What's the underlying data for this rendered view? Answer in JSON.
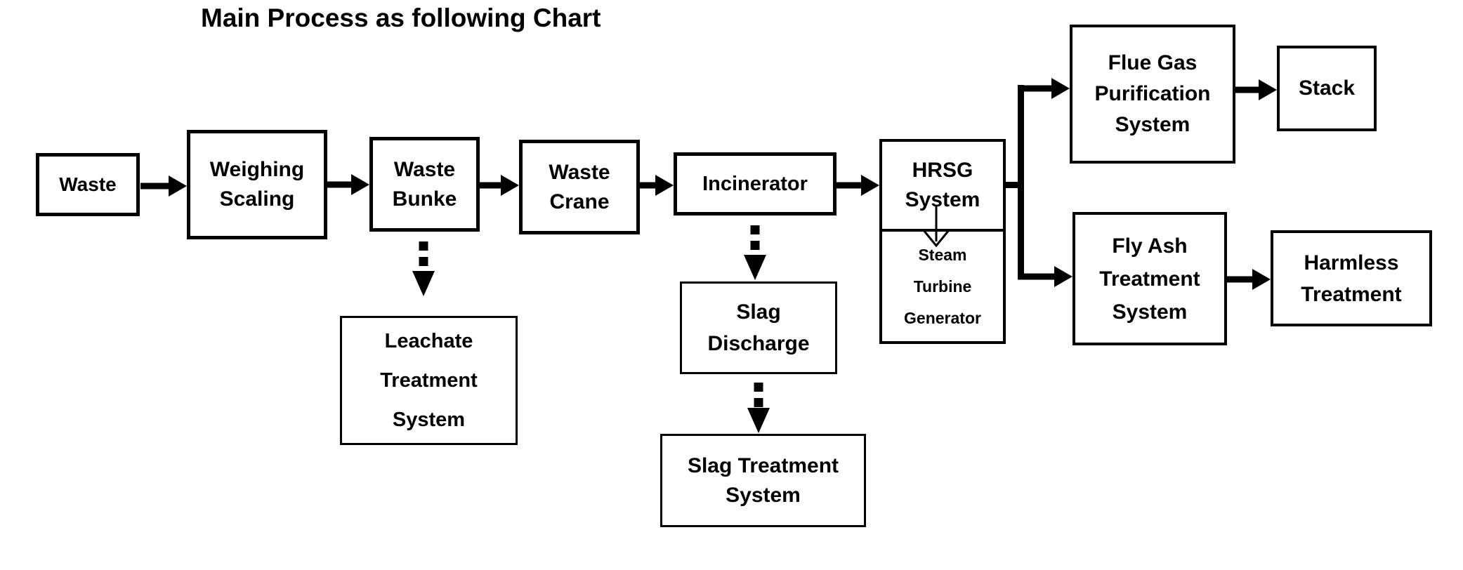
{
  "title": "Main Process as following Chart",
  "colors": {
    "ink": "#000000",
    "background": "#ffffff"
  },
  "nodes": {
    "waste": {
      "label": "Waste"
    },
    "weighing_scaling": {
      "label": "Weighing\nScaling"
    },
    "waste_bunke": {
      "label": "Waste\nBunke"
    },
    "waste_crane": {
      "label": "Waste\nCrane"
    },
    "incinerator": {
      "label": "Incinerator"
    },
    "hrsg": {
      "label": "HRSG\nSystem"
    },
    "steam_turbine": {
      "label": "Steam\nTurbine\nGenerator"
    },
    "flue_gas": {
      "label": "Flue Gas\nPurification\nSystem"
    },
    "stack": {
      "label": "Stack"
    },
    "fly_ash": {
      "label": "Fly Ash\nTreatment\nSystem"
    },
    "harmless": {
      "label": "Harmless\nTreatment"
    },
    "leachate": {
      "label": "Leachate\nTreatment\nSystem"
    },
    "slag_discharge": {
      "label": "Slag\nDischarge"
    },
    "slag_treatment": {
      "label": "Slag Treatment\nSystem"
    }
  },
  "edges": [
    {
      "from": "Waste",
      "to": "Weighing Scaling",
      "style": "solid"
    },
    {
      "from": "Weighing Scaling",
      "to": "Waste Bunke",
      "style": "solid"
    },
    {
      "from": "Waste Bunke",
      "to": "Waste Crane",
      "style": "solid"
    },
    {
      "from": "Waste Crane",
      "to": "Incinerator",
      "style": "solid"
    },
    {
      "from": "Incinerator",
      "to": "HRSG System",
      "style": "solid"
    },
    {
      "from": "HRSG System",
      "to": "Steam Turbine Generator",
      "style": "thin"
    },
    {
      "from": "HRSG System",
      "to": "Flue Gas Purification System",
      "style": "solid-branch"
    },
    {
      "from": "HRSG System",
      "to": "Fly Ash Treatment System",
      "style": "solid-branch"
    },
    {
      "from": "Flue Gas Purification System",
      "to": "Stack",
      "style": "solid"
    },
    {
      "from": "Fly Ash Treatment System",
      "to": "Harmless Treatment",
      "style": "solid"
    },
    {
      "from": "Waste Bunke",
      "to": "Leachate Treatment System",
      "style": "dashed"
    },
    {
      "from": "Incinerator",
      "to": "Slag Discharge",
      "style": "dashed"
    },
    {
      "from": "Slag Discharge",
      "to": "Slag Treatment System",
      "style": "dashed"
    }
  ]
}
